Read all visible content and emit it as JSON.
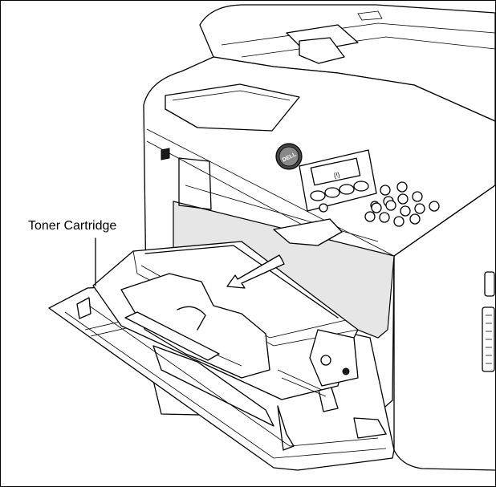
{
  "figure": {
    "callout_label": "Toner Cartridge",
    "logo_text": "DELL",
    "colors": {
      "line": "#000000",
      "background": "#ffffff",
      "shade": "#e6e6e6"
    },
    "illustration": "printer-with-open-front-cover-toner-cartridge-removal"
  }
}
